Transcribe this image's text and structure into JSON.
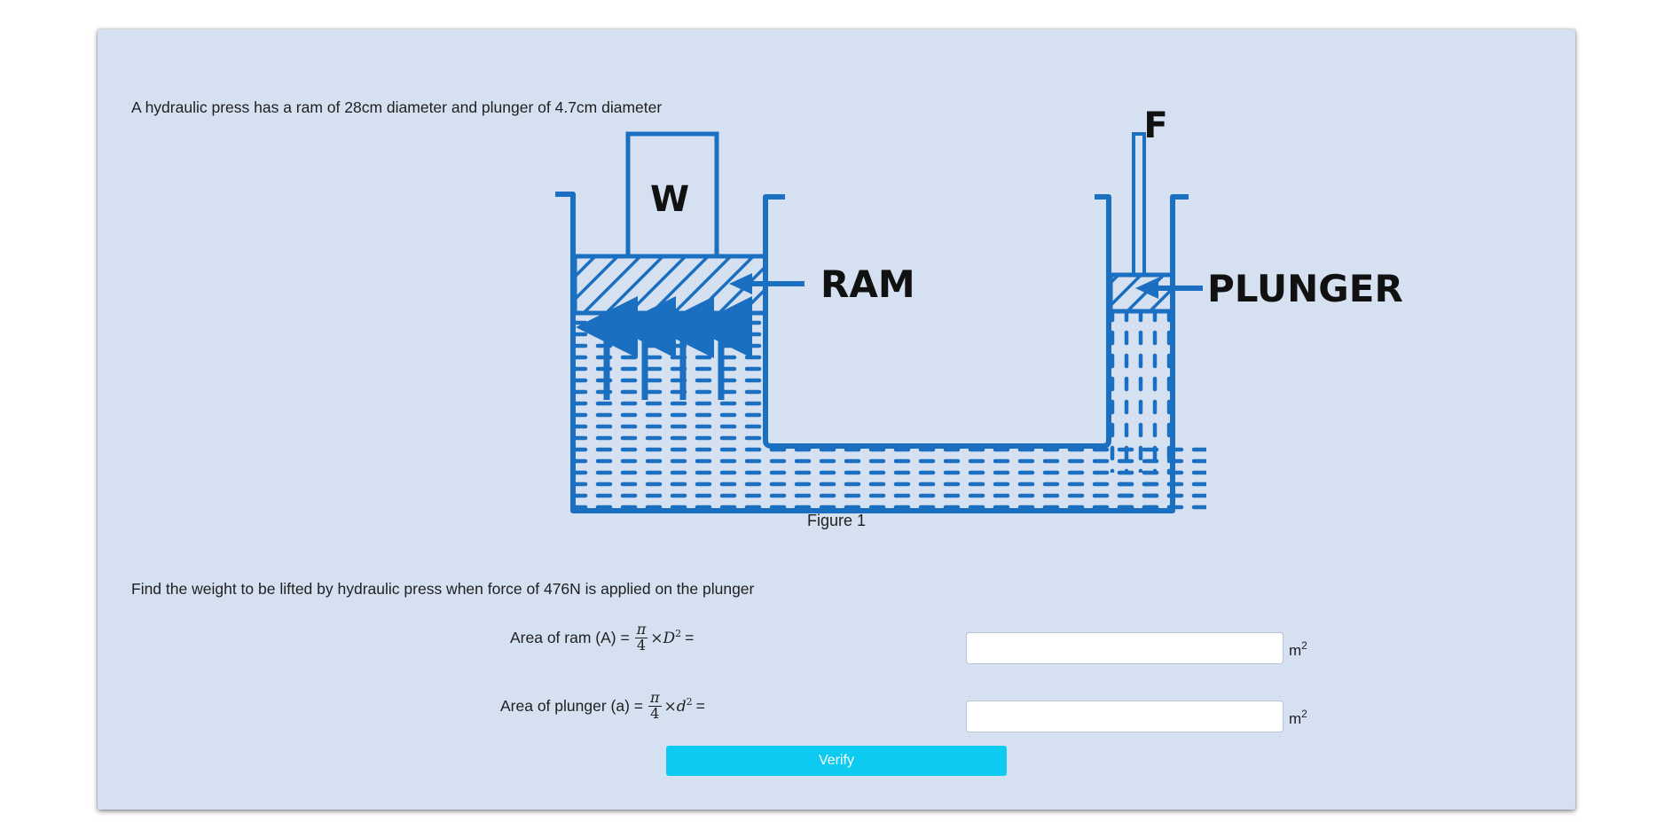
{
  "question": {
    "intro": "A hydraulic press has a ram of 28cm diameter and plunger of 4.7cm diameter",
    "task": "Find the weight to be lifted by hydraulic press when force of 476N is applied on the plunger"
  },
  "figure": {
    "caption": "Figure 1",
    "labels": {
      "weight": "W",
      "force": "F",
      "ram": "RAM",
      "plunger": "PLUNGER"
    },
    "line_color": "#1a6fc1",
    "label_color": "#111111"
  },
  "formulas": [
    {
      "label": "Area of ram (A) =",
      "frac_num": "π",
      "frac_den": "4",
      "times": "×",
      "variable": "D",
      "exponent": "2",
      "equals": "=",
      "input_value": "",
      "unit": "m",
      "unit_exp": "2"
    },
    {
      "label": "Area of plunger (a) =",
      "frac_num": "π",
      "frac_den": "4",
      "times": "×",
      "variable": "d",
      "exponent": "2",
      "equals": "=",
      "input_value": "",
      "unit": "m",
      "unit_exp": "2"
    }
  ],
  "verify_label": "Verify",
  "colors": {
    "card_bg": "#d5e0f1",
    "button_bg": "#0dcaf0"
  }
}
